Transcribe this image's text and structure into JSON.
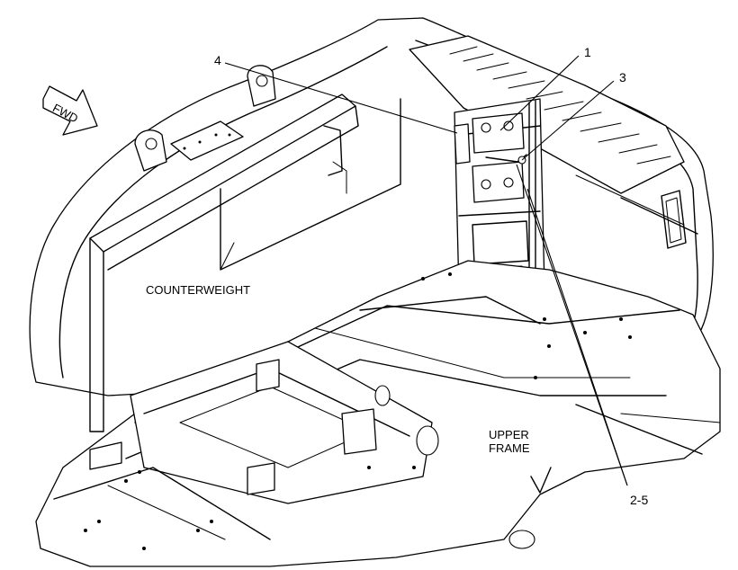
{
  "labels": {
    "fwd": "FWD",
    "counterweight": "COUNTERWEIGHT",
    "upper_frame_line1": "UPPER",
    "upper_frame_line2": "FRAME"
  },
  "callouts": [
    "1",
    "3",
    "4",
    "2-5"
  ]
}
